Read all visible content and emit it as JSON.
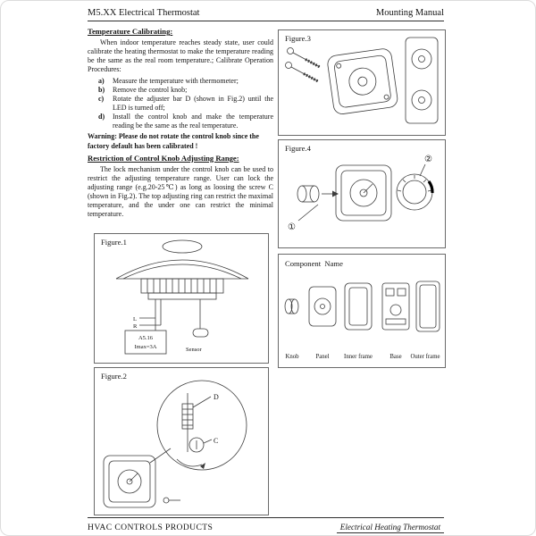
{
  "header": {
    "title": "M5.XX Electrical Thermostat",
    "right": "Mounting Manual"
  },
  "sections": {
    "calibrating": {
      "heading": "Temperature Calibrating:",
      "intro": "When indoor temperature reaches steady state, user could calibrate the heating thermostat to make the temperature reading be the same as the real room temperature.; Calibrate Operation Procedures:",
      "steps": [
        {
          "label": "a)",
          "text": "Measure the temperature with thermometer;"
        },
        {
          "label": "b)",
          "text": "Remove the control knob;"
        },
        {
          "label": "c)",
          "text": "Rotate the adjuster bar D (shown in Fig.2) until the LED is turned off;"
        },
        {
          "label": "d)",
          "text": "Install the control knob and make the temperature reading be the same as the real temperature."
        }
      ],
      "warning": "Warning:  Please do not rotate the control knob since the factory default has been calibrated !"
    },
    "restriction": {
      "heading": "Restriction of Control Knob Adjusting Range:",
      "body": "The lock mechanism under the control knob can be used to restrict the adjusting temperature range. User can lock the adjusting range (e.g.20-25℃) as long as loosing the screw C (shown in Fig.2). The top adjusting ring can restrict the maximal temperature, and the under one can restrict the minimal temperature."
    }
  },
  "figures": {
    "fig1": {
      "label": "Figure.1",
      "terminal_l": "L",
      "terminal_r": "R",
      "box_line1": "A5.16",
      "box_line2": "Imax=3A",
      "sensor": "Sensor"
    },
    "fig2": {
      "label": "Figure.2",
      "marker_d": "D",
      "marker_c": "C"
    },
    "fig3": {
      "label": "Figure.3"
    },
    "fig4": {
      "label": "Figure.4",
      "marker1": "①",
      "marker2": "②"
    },
    "components": {
      "heading": "Component  Name",
      "labels": [
        "Knob",
        "Panel",
        "Inner frame",
        "Base",
        "Outer frame"
      ]
    }
  },
  "footer": {
    "left": "HVAC CONTROLS PRODUCTS",
    "right": "Electrical Heating Thermostat"
  }
}
